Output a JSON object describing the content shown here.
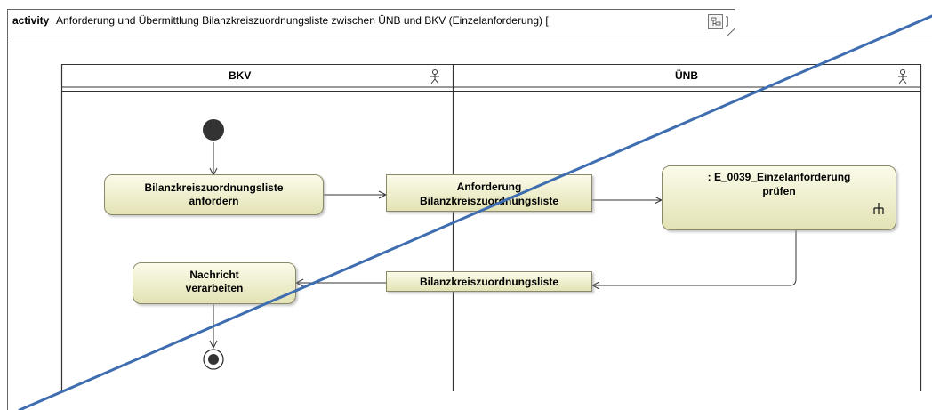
{
  "frame": {
    "keyword": "activity",
    "title": "Anforderung und Übermittlung Bilanzkreiszuordnungsliste zwischen ÜNB und BKV (Einzelanforderung)",
    "bracket_open": "[",
    "bracket_close": "]",
    "diagram_icon": "diagram-icon"
  },
  "lanes": [
    {
      "name": "BKV",
      "icon": "actor-icon"
    },
    {
      "name": "ÜNB",
      "icon": "actor-icon"
    }
  ],
  "nodes": {
    "request_action": {
      "line1": "Bilanzkreiszuordnungsliste",
      "line2": "anfordern"
    },
    "request_object": {
      "line1": "Anforderung",
      "line2": "Bilanzkreiszuordnungsliste"
    },
    "check_action": {
      "line1": ": E_0039_Einzelanforderung",
      "line2": "prüfen",
      "icon": "call-behavior-rake-icon"
    },
    "list_object": {
      "line1": "Bilanzkreiszuordnungsliste"
    },
    "process_action": {
      "line1": "Nachricht",
      "line2": "verarbeiten"
    }
  },
  "colors": {
    "node_fill_top": "#fbfbea",
    "node_fill_bottom": "#e3e2b4",
    "node_stroke": "#8a8a6a",
    "overlay_line": "#3e6db0"
  }
}
